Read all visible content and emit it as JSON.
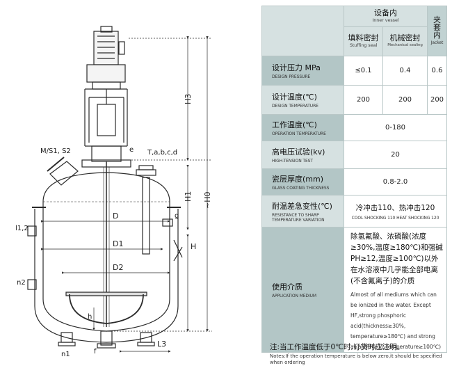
{
  "drawing": {
    "labels": {
      "ms_s2": "M/S1, S2",
      "tabcd": "T,a,b,c,d",
      "e": "e",
      "g": "g",
      "l12": "l1,2",
      "n2": "n2",
      "n1": "n1",
      "f": "f",
      "h": "h",
      "D": "D",
      "D1": "D1",
      "D2": "D2",
      "H": "H",
      "H1": "H1",
      "H3": "H3",
      "H0": "~H0",
      "L3": "L3"
    },
    "colors": {
      "line": "#2a2a2a",
      "accent": "#444444"
    }
  },
  "table": {
    "header": {
      "inner_zh": "设备内",
      "inner_en": "Inner vessel",
      "stuffing_zh": "填料密封",
      "stuffing_en": "Stuffing seal",
      "mech_zh": "机械密封",
      "mech_en": "Mechanical sealing",
      "jacket_zh": "夹套内",
      "jacket_en": "Jacket"
    },
    "rows": {
      "pressure": {
        "zh": "设计压力 MPa",
        "en": "DESIGN PRESSURE",
        "v1": "≤0.1",
        "v2": "0.4",
        "v3": "0.6"
      },
      "temperature": {
        "zh": "设计温度(℃)",
        "en": "DESIGN TEMPERATURE",
        "v1": "200",
        "v2": "200",
        "v3": "200"
      },
      "operation": {
        "zh": "工作温度(℃)",
        "en": "OPERATION TEMPERATURE",
        "value": "0-180"
      },
      "tension": {
        "zh": "高电压试验(kv)",
        "en": "HIGH-TENSION TEST",
        "value": "20"
      },
      "coating": {
        "zh": "瓷层厚度(mm)",
        "en": "GLASS COATING THICKNESS",
        "value": "0.8-2.0"
      },
      "resistance": {
        "zh": "耐温差急变性(℃)",
        "en1": "RESISTANCE TO SHARP",
        "en2": "TEMPERATURE VARIATION",
        "value_zh": "冷冲击110、热冲击120",
        "value_en": "COOL SHOCKING 110   HEAT SHOCKING 120"
      },
      "medium": {
        "zh": "使用介质",
        "en": "APPLICATION MEDIUM",
        "text_zh": "除氢氟酸、浓磷酸(浓度≥30%,温度≥180℃)和强碱PH≥12,温度≥100℃)以外在水溶液中几乎能全部电离(不含氟离子)的介质",
        "text_en": "Almost of all mediums which can be ionized in the water. Except HF,strong phosphoric acid(thickness≥30%, temperature≥180℃) and strong alkali(PH≥12,temperature≥100℃)"
      }
    }
  },
  "notes": {
    "zh": "注:当工作温度低于0℃时,订货时应注明。",
    "en": "Notes:If the operation temperature is below zero,it should be specified when ordering"
  }
}
